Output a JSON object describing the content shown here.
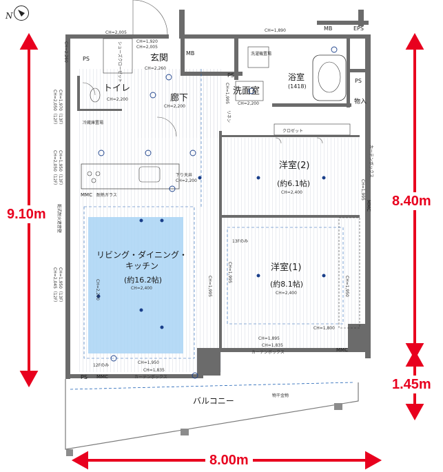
{
  "compass": {
    "label": "N",
    "icon": "north-arrow-icon"
  },
  "rooms": {
    "entrance": "玄関",
    "toilet": "トイレ",
    "hallway": "廊下",
    "washroom": "洗面室",
    "bathroom": "浴室",
    "bathroom_size": "(1418)",
    "storage": "物入",
    "western2": "洋室(2)",
    "western2_size": "(約6.1帖)",
    "western1": "洋室(1)",
    "western1_size": "(約8.1帖)",
    "ldk_line1": "リビング・ダイニング・",
    "ldk_line2": "キッチン",
    "ldk_size": "(約16.2帖)",
    "balcony": "バルコニー",
    "closet": "クロゼット",
    "shoe_closet": "シューズクローゼット",
    "fridge": "冷蔵庫置場",
    "washer": "洗濯機置場",
    "linen": "リネン",
    "clothes_hanger": "物干金物"
  },
  "tags": {
    "ps": "PS",
    "mb": "MB",
    "eps": "EPS",
    "mmc": "MMC",
    "curtain_box": "カーテンボックス",
    "fire_glass": "耐熱ガラス",
    "fireproof_wall": "乾式耐火遮音壁",
    "lowered_ceiling": "下り天井",
    "floor13": "13Fのみ",
    "floor12": "12Fのみ"
  },
  "ceiling_heights": {
    "ch2005": "CH=2,005",
    "ch1920": "CH=1,920",
    "ch2260": "CH=2,260",
    "ch1890": "CH=1,890",
    "ch2200": "CH=2,200",
    "ch1995": "CH=1,995",
    "ch2400": "CH=2,400",
    "ch1950": "CH=1,950",
    "ch1835": "CH=1,835",
    "ch1895": "CH=1,895",
    "ch1800": "CH=1,800",
    "ch_left1": "CH=2,050（12F）",
    "ch_left1b": "CH=1,970（13F）",
    "ch_left2": "CH=2,050（12F）",
    "ch_left2b": "CH=1,950（13F）",
    "ch_left3": "CH=2,045（12F）",
    "ch_left3b": "CH=1,950（13F）"
  },
  "dimensions": {
    "total_depth": "9.10m",
    "room_depth": "8.40m",
    "balcony_depth": "1.45m",
    "width": "8.00m"
  },
  "colors": {
    "dimension_red": "#e8001e",
    "ldk_blue": "#a9d4f5",
    "wall_gray": "#6b6b6b",
    "light_blue": "#1a5fb4"
  }
}
